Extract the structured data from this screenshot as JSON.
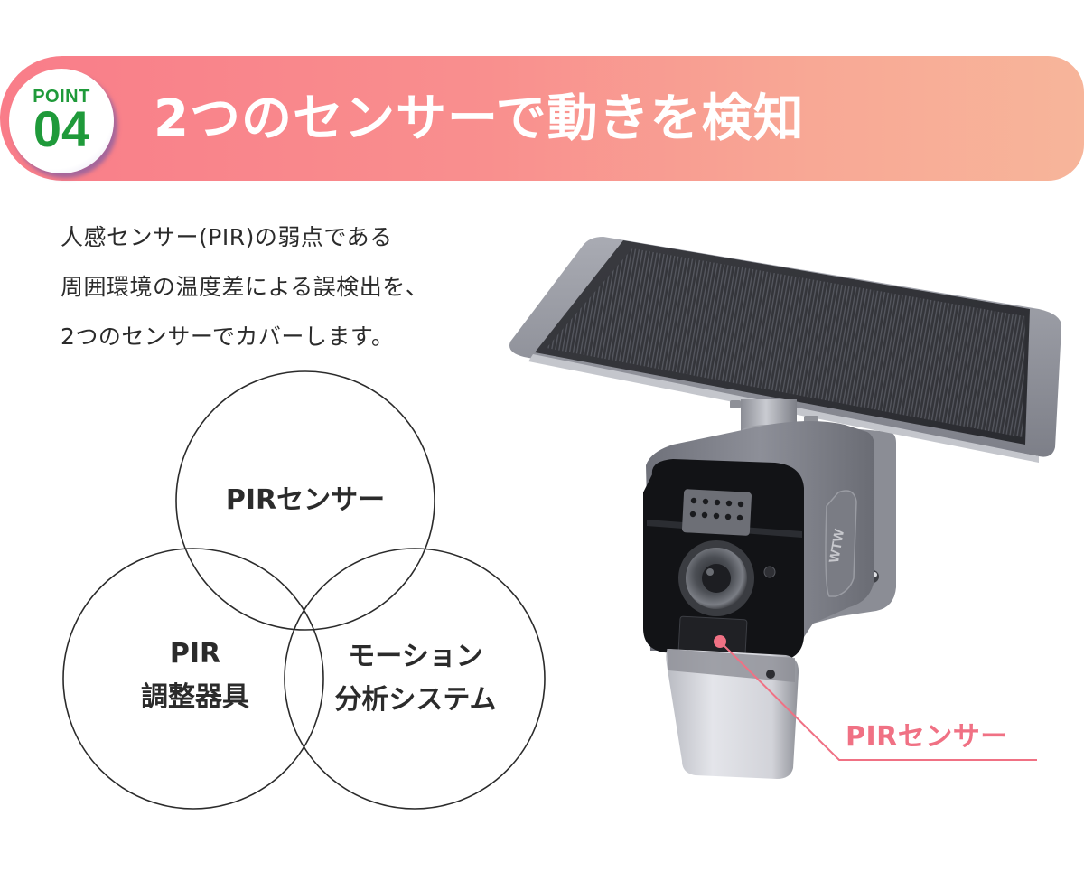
{
  "header": {
    "badge_label": "POINT",
    "badge_number": "04",
    "title": "2つのセンサーで動きを検知"
  },
  "intro": {
    "lines": [
      "人感センサー(PIR)の弱点である",
      "周囲環境の温度差による誤検出を、",
      "2つのセンサーでカバーします。"
    ]
  },
  "venn": {
    "top": {
      "line1": "PIRセンサー"
    },
    "left": {
      "line1": "PIR",
      "line2": "調整器具"
    },
    "right": {
      "line1": "モーション",
      "line2": "分析システム"
    }
  },
  "product": {
    "brand_mark": "WTW",
    "callout_label": "PIRセンサー"
  },
  "colors": {
    "banner_start": "#f97d89",
    "banner_end": "#f7b59a",
    "badge_text": "#1f9a3a",
    "callout": "#f07184",
    "text": "#2b2b2b"
  }
}
